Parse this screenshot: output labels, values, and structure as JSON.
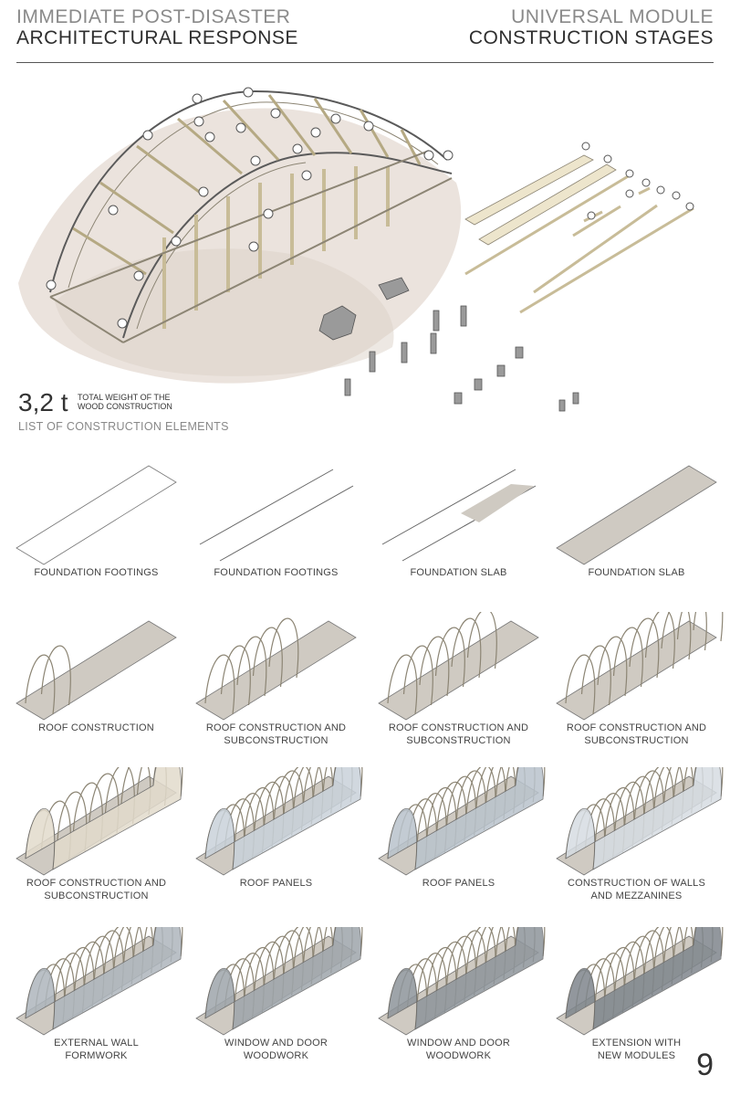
{
  "header": {
    "left_line1": "IMMEDIATE  POST-DISASTER",
    "left_line2": "ARCHITECTURAL RESPONSE",
    "right_line1": "UNIVERSAL MODULE",
    "right_line2": "CONSTRUCTION STAGES"
  },
  "weight": {
    "value": "3,2 t",
    "label_line1": "TOTAL WEIGHT OF THE",
    "label_line2": "WOOD CONSTRUCTION"
  },
  "list_title": "LIST OF CONSTRUCTION ELEMENTS",
  "stages": [
    "FOUNDATION FOOTINGS",
    "FOUNDATION FOOTINGS",
    "FOUNDATION SLAB",
    "FOUNDATION SLAB",
    "ROOF CONSTRUCTION",
    "ROOF CONSTRUCTION AND\nSUBCONSTRUCTION",
    "ROOF CONSTRUCTION AND\nSUBCONSTRUCTION",
    "ROOF CONSTRUCTION AND\nSUBCONSTRUCTION",
    "ROOF CONSTRUCTION AND\nSUBCONSTRUCTION",
    "ROOF PANELS",
    "ROOF PANELS",
    "CONSTRUCTION OF WALLS\nAND MEZZANINES",
    "EXTERNAL WALL\nFORMWORK",
    "WINDOW AND DOOR\nWOODWORK",
    "WINDOW AND DOOR\nWOODWORK",
    "EXTENSION WITH\nNEW MODULES"
  ],
  "page_number": "9",
  "colors": {
    "wood": "#e9dfc4",
    "slab": "#cfcac2",
    "line": "#5a5a5a",
    "glass": "#c9d2da",
    "smudge": "#e4dbd3"
  }
}
